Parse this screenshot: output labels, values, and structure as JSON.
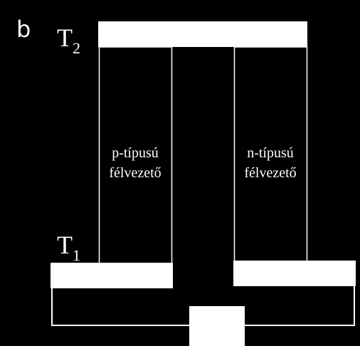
{
  "panel_label": "b",
  "hot_junction": {
    "label": "T",
    "subscript": "2"
  },
  "cold_junction": {
    "label": "T",
    "subscript": "1"
  },
  "p_leg": {
    "line1": "p-típusú",
    "line2": "félvezető"
  },
  "n_leg": {
    "line1": "n-típusú",
    "line2": "félvezető"
  },
  "colors": {
    "background": "#000000",
    "foreground": "#ffffff"
  }
}
